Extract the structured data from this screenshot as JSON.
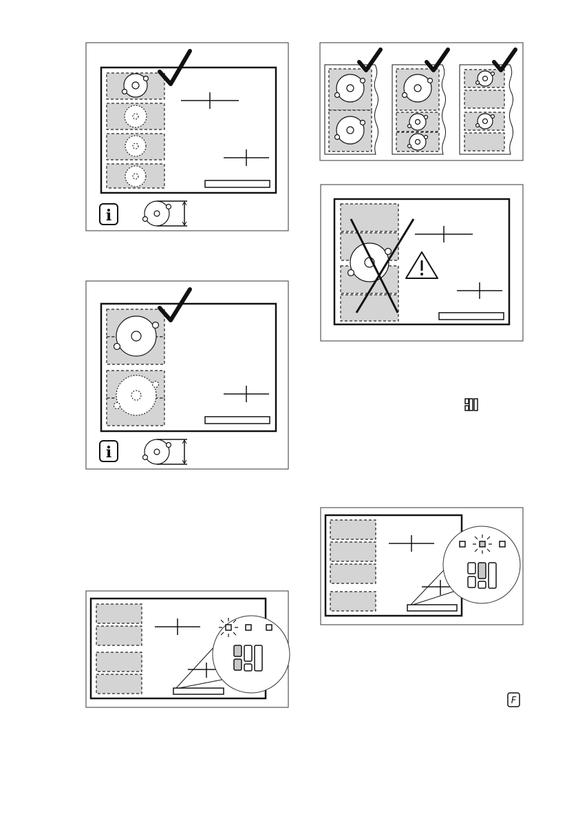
{
  "figures": {
    "fig1": {
      "status": "correct",
      "zones": 4,
      "info_icon": "info-icon",
      "pot_icon": "pot-size-icon"
    },
    "fig2": {
      "status": "correct",
      "zones": 4,
      "info_icon": "info-icon",
      "pot_icon": "pot-size-icon"
    },
    "fig3": {
      "status": "correct",
      "variants": 3
    },
    "fig4": {
      "status": "incorrect",
      "warning_icon": "warning-icon"
    },
    "fig5": {
      "panel": "zoomed-control-panel",
      "blinking_indicator": "left"
    },
    "fig6": {
      "panel": "zoomed-control-panel",
      "blinking_indicator": "center"
    }
  },
  "icons": {
    "display_segment_symbol": "display-segments-icon",
    "f_symbol_text": "F"
  },
  "colors": {
    "zone_fill": "#d4d4d4",
    "outline": "#111111"
  }
}
